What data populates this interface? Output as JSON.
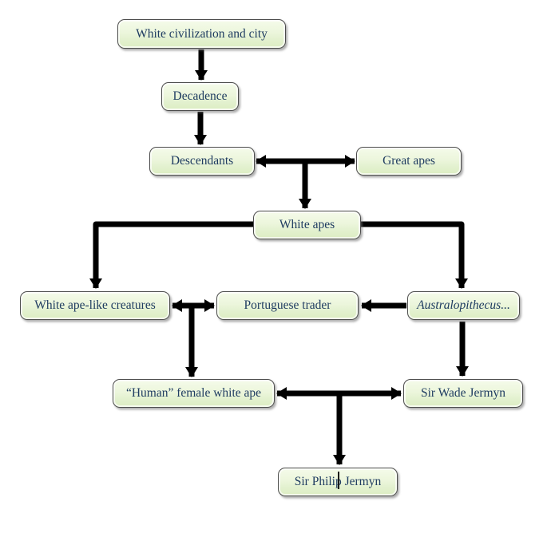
{
  "diagram": {
    "title": "White apes lineage flowchart",
    "colors": {
      "background": "#ffffff",
      "node_fill_top": "#f5fbea",
      "node_fill_bottom": "#dcedc2",
      "node_border": "#4d4d4d",
      "node_text": "#1f3c61",
      "arrow": "#000000"
    },
    "nodes": {
      "civilization": {
        "label": "White civilization and city"
      },
      "decadence": {
        "label": "Decadence"
      },
      "descendants": {
        "label": "Descendants"
      },
      "great_apes": {
        "label": "Great apes"
      },
      "white_apes": {
        "label": "White apes"
      },
      "ape_like_creatures": {
        "label": "White ape-like creatures"
      },
      "portuguese_trader": {
        "label": "Portuguese trader"
      },
      "australopithecus": {
        "label": "Australopithecus...",
        "italic": true
      },
      "human_female_white_ape": {
        "label": "“Human” female white ape"
      },
      "sir_wade_jermyn": {
        "label": "Sir Wade Jermyn"
      },
      "sir_philip_jermyn": {
        "label": "Sir Philip Jermyn"
      }
    },
    "edges": [
      {
        "from": "civilization",
        "to": "decadence",
        "bidirectional": false
      },
      {
        "from": "decadence",
        "to": "descendants",
        "bidirectional": false
      },
      {
        "from": "descendants",
        "to": "great_apes",
        "bidirectional": true
      },
      {
        "from": "descendants|great_apes",
        "to": "white_apes",
        "bidirectional": false
      },
      {
        "from": "white_apes",
        "to": "ape_like_creatures",
        "bidirectional": false
      },
      {
        "from": "white_apes",
        "to": "australopithecus",
        "bidirectional": false
      },
      {
        "from": "ape_like_creatures",
        "to": "portuguese_trader",
        "bidirectional": true
      },
      {
        "from": "ape_like_creatures|portuguese_trader",
        "to": "human_female_white_ape",
        "bidirectional": false
      },
      {
        "from": "australopithecus",
        "to": "portuguese_trader",
        "bidirectional": false
      },
      {
        "from": "australopithecus",
        "to": "sir_wade_jermyn",
        "bidirectional": false
      },
      {
        "from": "human_female_white_ape",
        "to": "sir_wade_jermyn",
        "bidirectional": true
      },
      {
        "from": "human_female_white_ape|sir_wade_jermyn",
        "to": "sir_philip_jermyn",
        "bidirectional": false
      }
    ],
    "state": {
      "text_caret_in_node": "sir_philip_jermyn"
    }
  }
}
